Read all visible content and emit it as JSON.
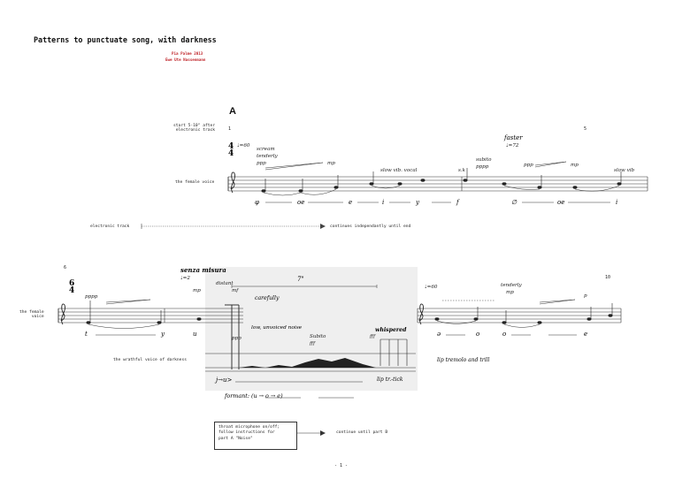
{
  "header": {
    "title": "Patterns to punctuate song, with darkness",
    "composer": "Pia Palme 2013",
    "performer": "Ewe Ute Nassenmann"
  },
  "system_a": {
    "rehearsal_mark": "A",
    "bar_start": "1",
    "bar_end": "5",
    "start_instruction": "start 5-10\" after\nelectronic track",
    "staff_label": "the female voice",
    "time_signature_top": "4",
    "time_signature_bottom": "4",
    "tempo": "♩=60",
    "annot_1": "scream",
    "annot_2": "tenderly",
    "dyn_ppp_1": "ppp",
    "dyn_mp_1": "mp",
    "annot_slow": "slow vib. vocal",
    "dyn_sfz": "s.k",
    "annot_subito": "subito",
    "dyn_pppp": "pppp",
    "annot_faster": "faster",
    "tempo_2": "♩=72",
    "dyn_ppp_2": "ppp",
    "dyn_mp_2": "mp",
    "annot_slow_vib": "slow vib",
    "lyrics": [
      "φ",
      "oe",
      "e",
      "i",
      "y",
      "f",
      "∅",
      "oe",
      "i"
    ],
    "electronic_label": "electronic track",
    "electronic_end": "continues independantly until end"
  },
  "system_b": {
    "bar_start": "6",
    "bar_end": "10",
    "staff_label": "the female\nvoice",
    "time_signature_top": "6",
    "time_signature_bottom": "4",
    "dyn_pppp": "pppp",
    "annot_senza": "senza misura",
    "tempo_senza": "♩=2",
    "annot_distant": "distant",
    "dyn_mp": "mp",
    "dyn_mf": "mf",
    "annot_carefully": "carefully",
    "duration": "7\"",
    "annot_low": "low, unvoiced noise",
    "dyn_ppp": "ppp",
    "dyn_fff": "fff",
    "annot_subito": "Subito",
    "annot_whispered": "whispered",
    "dyn_fff_2": "fff",
    "wrathful_label": "the wrathful voice of darkness",
    "tempo_3": "♩=60",
    "annot_tenderly": "tenderly",
    "dyn_mp_3": "mp",
    "dyn_p": "p",
    "annot_lip": "lip tremolo and trill",
    "lyrics_upper": [
      "t",
      "y",
      "u"
    ],
    "lyrics_right": [
      "ə",
      "o",
      "o",
      "e"
    ],
    "lower_text_1": "j→u>",
    "lower_text_2": "formant: (u → o → e)",
    "lower_text_3": "lip tr.-tick",
    "throat_box": "throat microphone on/off;\nfollow instructions for\npart A \"Noise\"",
    "throat_continue": "continue until part B"
  },
  "footer": {
    "page_number": "- 1 -"
  }
}
